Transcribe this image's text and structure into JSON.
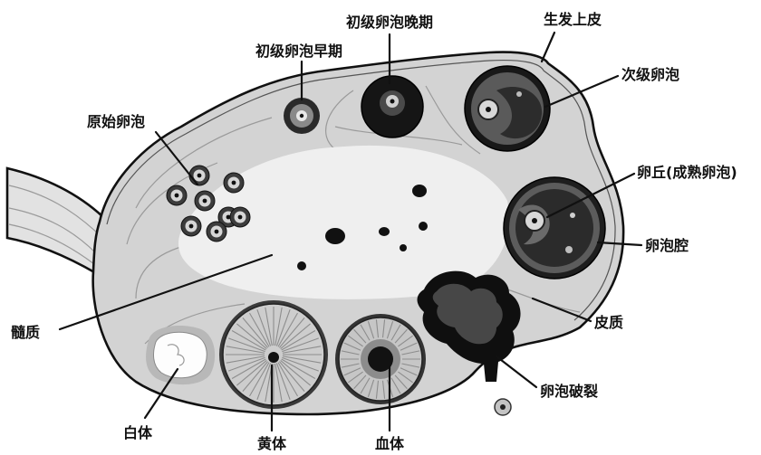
{
  "labels": {
    "late_primary": "初级卵泡晚期",
    "germinal_epithelium": "生发上皮",
    "early_primary": "初级卵泡早期",
    "secondary": "次级卵泡",
    "primordial": "原始卵泡",
    "cumulus": "卵丘(成熟卵泡)",
    "antrum": "卵泡腔",
    "medulla": "髓质",
    "cortex": "皮质",
    "ovulation": "卵泡破裂",
    "corpus_albicans": "白体",
    "corpus_luteum": "黄体",
    "corpus_hemorrhagicum": "血体"
  },
  "colors": {
    "ink": "#111111",
    "tissue": "#d3d3d3",
    "medulla": "#efefef",
    "paper": "#ffffff"
  }
}
